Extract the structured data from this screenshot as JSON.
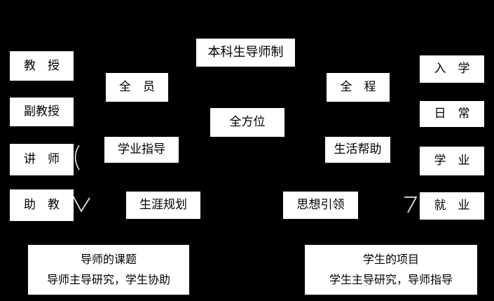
{
  "diagram": {
    "root": "本科生导师制",
    "dimensions": {
      "all_staff": "全　员",
      "all_round": "全方位",
      "whole_process": "全　程"
    },
    "teacher_ranks": [
      "教　授",
      "副教授",
      "讲　师",
      "助　教"
    ],
    "guidance_left": [
      "学业指导",
      "生涯规划"
    ],
    "guidance_right": [
      "生活帮助",
      "思想引领"
    ],
    "stages": [
      "入　学",
      "日　常",
      "学　业",
      "就　业"
    ],
    "bottom_left": {
      "line1": "导师的课题",
      "line2": "导师主导研究，学生协助"
    },
    "bottom_right": {
      "line1": "学生的项目",
      "line2": "学生主导研究，导师指导"
    },
    "colors": {
      "background": "#000000",
      "node_fill": "#ffffff",
      "node_text": "#000000",
      "fragment_stroke": "#ffffff"
    }
  }
}
